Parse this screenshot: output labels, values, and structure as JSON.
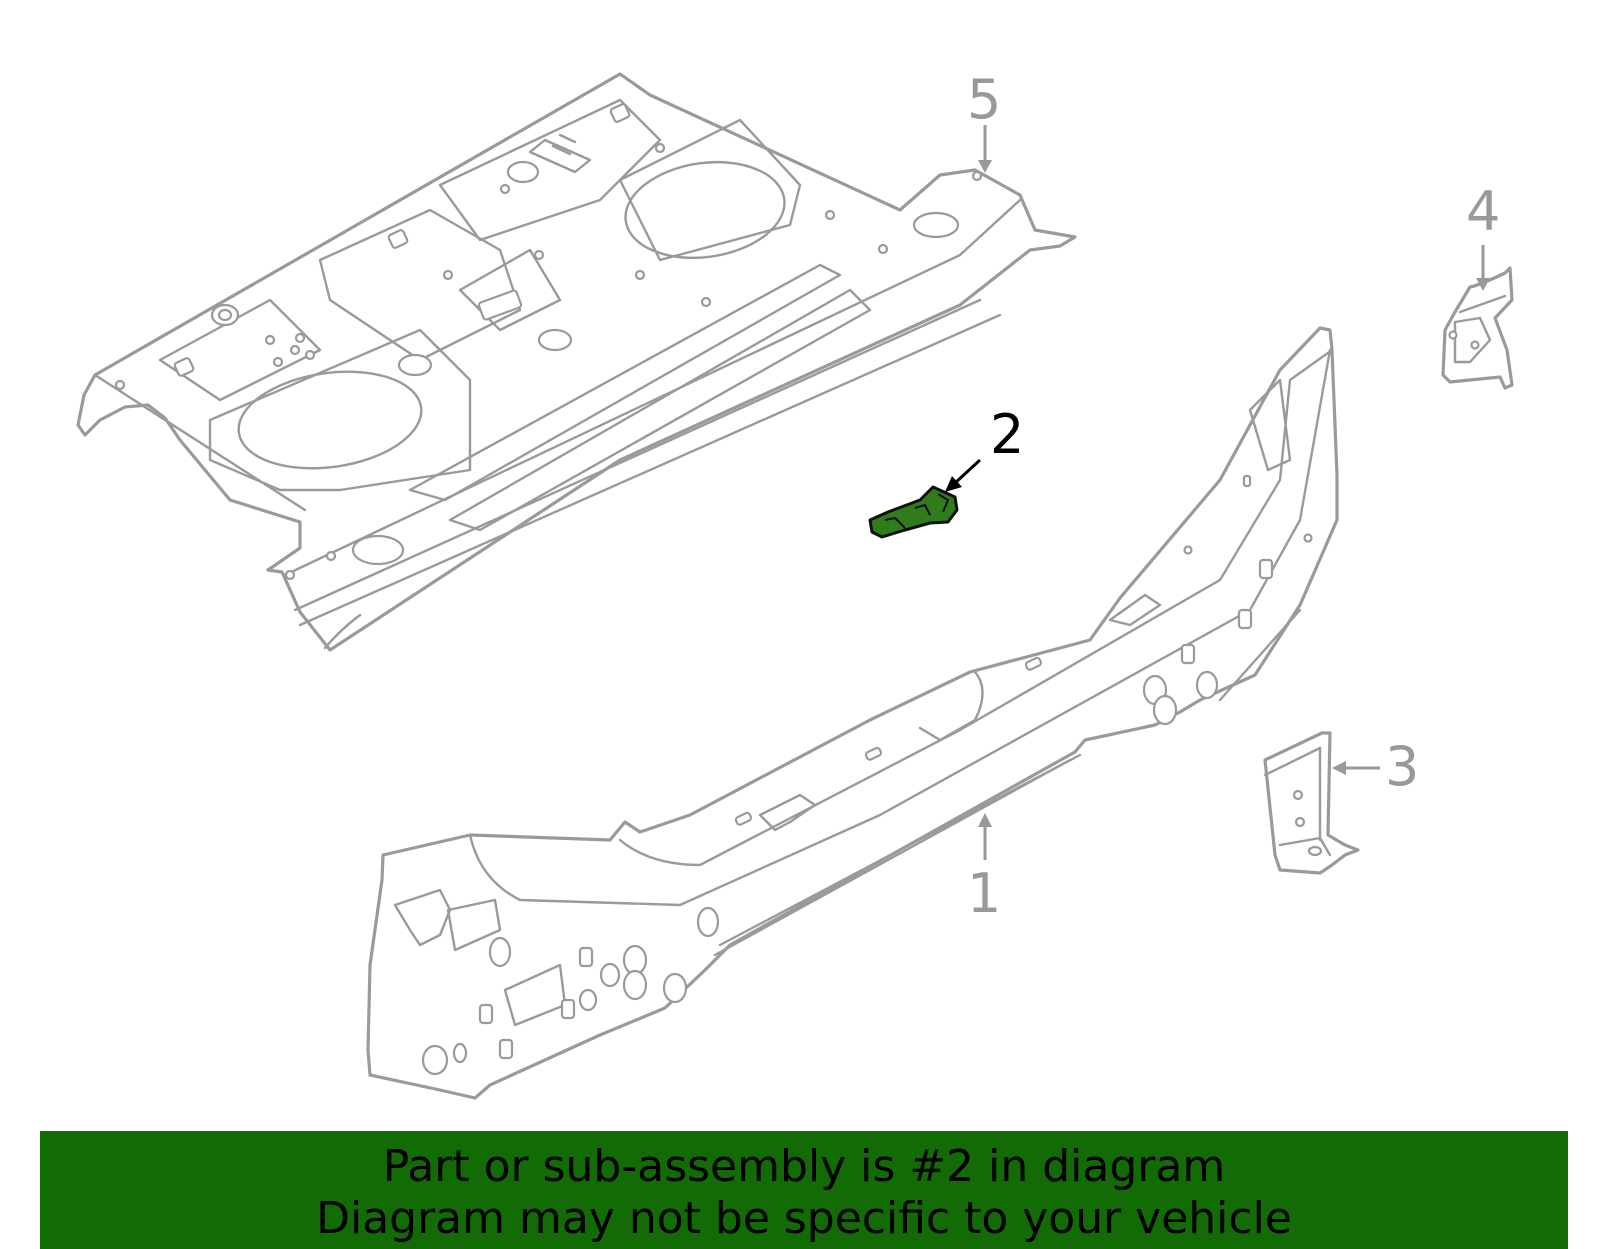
{
  "callouts": {
    "c1": "1",
    "c2": "2",
    "c3": "3",
    "c4": "4",
    "c5": "5"
  },
  "highlighted_part": "2",
  "highlight_color": "#2e7d1a",
  "banner": {
    "line1": "Part or sub-assembly is #2 in diagram",
    "line2": "Diagram may not be specific to your vehicle",
    "background": "#136b06"
  }
}
